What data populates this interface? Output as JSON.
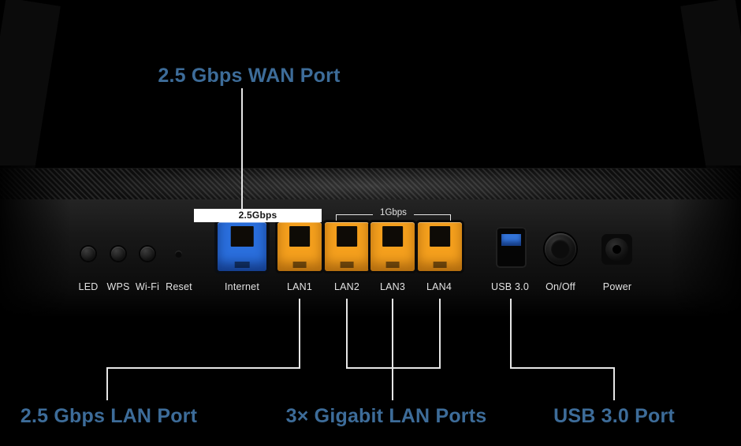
{
  "colors": {
    "background": "#000000",
    "callout_text": "#3d6c99",
    "line": "#e6e6e6",
    "port_label": "#e2e2e2",
    "lan_orange": "#f5a01d",
    "wan_blue": "#2a6fdd",
    "usb_blue": "#3374d9",
    "speed_box_bg": "#ffffff",
    "speed_box_text": "#151515"
  },
  "callouts": {
    "wan": "2.5 Gbps WAN Port",
    "lan": "2.5 Gbps LAN Port",
    "gigabit": "3× Gigabit LAN Ports",
    "usb": "USB 3.0 Port"
  },
  "panel": {
    "wan_speed_label": "2.5Gbps",
    "lan_speed_label": "1Gbps",
    "port_labels": [
      "LED",
      "WPS",
      "Wi-Fi",
      "Reset",
      "Internet",
      "LAN1",
      "LAN2",
      "LAN3",
      "LAN4",
      "USB 3.0",
      "On/Off",
      "Power"
    ]
  }
}
